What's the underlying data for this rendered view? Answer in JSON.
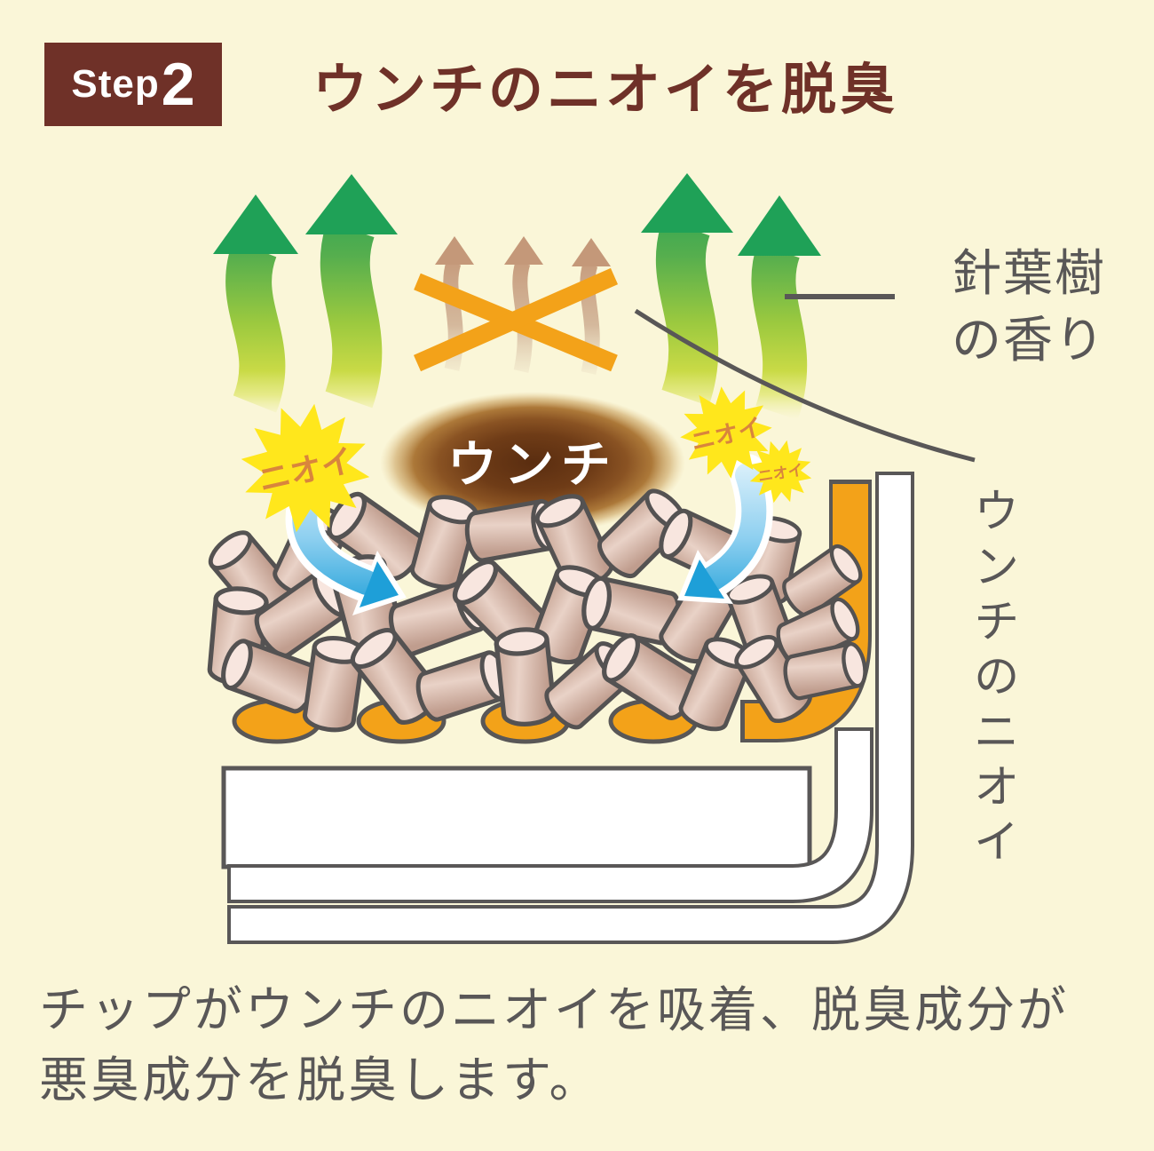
{
  "page": {
    "background_color": "#FAF6D8"
  },
  "header": {
    "step_word": "Step",
    "step_number": "2",
    "title": "ウンチのニオイを脱臭",
    "badge_color": "#6F3128",
    "title_color": "#6F3128"
  },
  "diagram": {
    "poop_label": "ウンチ",
    "smell_burst_label": "ニオイ",
    "scent_label": {
      "line1": "針葉樹",
      "line2": "の香り"
    },
    "poop_smell_label": "ウンチのニオイ",
    "colors": {
      "scent_green": "#1FA157",
      "scent_green_light": "#C9DA46",
      "blocked_smell_tan": "#C49879",
      "cross_orange": "#F3A219",
      "deodorant_sheet_orange": "#F3A219",
      "burst_yellow": "#FFE71C",
      "burst_text_orange": "#D9853C",
      "absorb_arrow_blue": "#1E9FD8",
      "poop_brown": "#5A2D10",
      "chip_light": "#EFDCD4",
      "chip_dark": "#C5A797",
      "outline_gray": "#595757",
      "tray_white": "#FFFFFF"
    }
  },
  "caption": {
    "line1": "チップがウンチのニオイを吸着、脱臭成分が",
    "line2": "悪臭成分を脱臭します。"
  }
}
